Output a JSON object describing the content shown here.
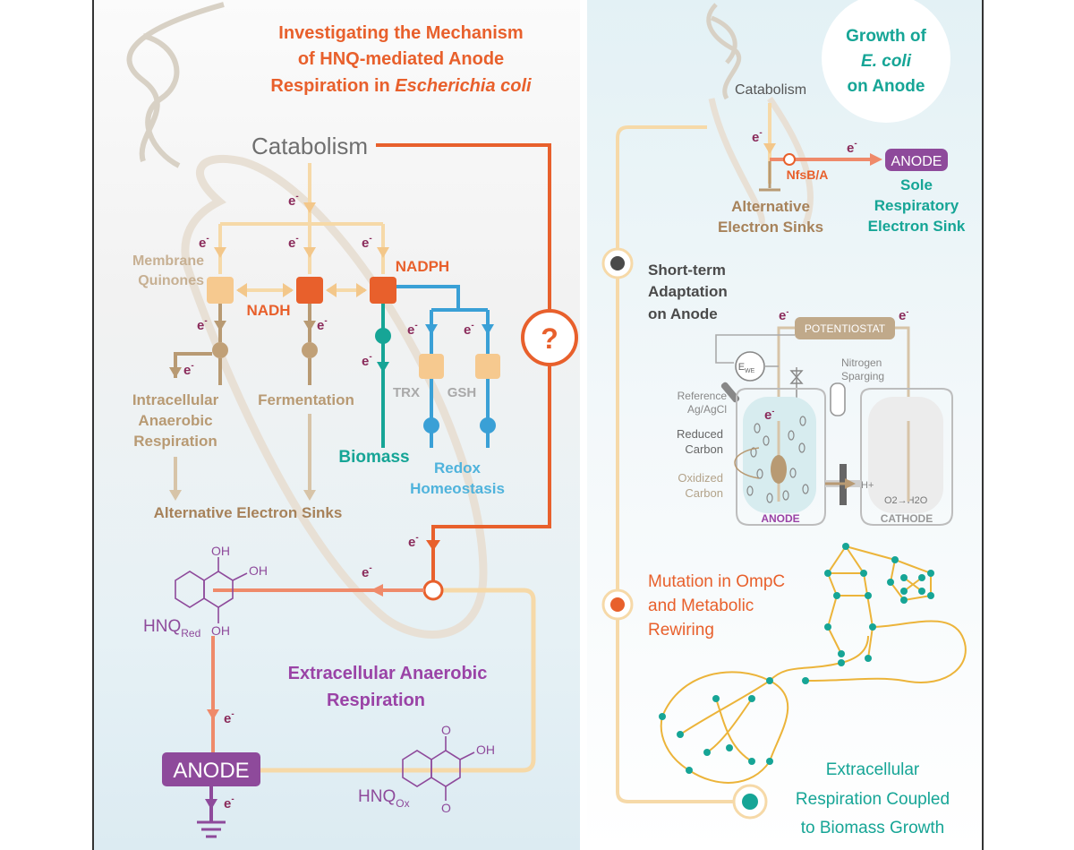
{
  "left_panel": {
    "title_lines": [
      "Investigating the Mechanism",
      "of HNQ-mediated Anode"
    ],
    "title_line3_prefix": "Respiration in ",
    "title_line3_italic": "Escherichia coli",
    "catabolism": "Catabolism",
    "membrane_quinones": [
      "Membrane",
      "Quinones"
    ],
    "nadh": "NADH",
    "nadph": "NADPH",
    "intracellular": [
      "Intracellular",
      "Anaerobic",
      "Respiration"
    ],
    "fermentation": "Fermentation",
    "trx": "TRX",
    "gsh": "GSH",
    "biomass": "Biomass",
    "redox": [
      "Redox",
      "Homeostasis"
    ],
    "alt_sinks": "Alternative Electron Sinks",
    "question": "?",
    "electron": "e",
    "electron_sup": "-",
    "hnq_red": "HNQ",
    "hnq_red_sub": "Red",
    "hnq_ox": "HNQ",
    "hnq_ox_sub": "Ox",
    "oh": "OH",
    "o": "O",
    "extracellular": [
      "Extracellular Anaerobic",
      "Respiration"
    ],
    "anode": "ANODE"
  },
  "right_panel": {
    "growth_title": [
      "Growth of",
      "E. coli",
      "on Anode"
    ],
    "catabolism": "Catabolism",
    "nfsb": "NfsB/A",
    "anode": "ANODE",
    "alt_sinks": [
      "Alternative",
      "Electron Sinks"
    ],
    "sole": [
      "Sole",
      "Respiratory",
      "Electron Sink"
    ],
    "short_term": [
      "Short-term",
      "Adaptation",
      "on Anode"
    ],
    "potentiostat": "POTENTIOSTAT",
    "ewe": "E",
    "ewe_sub": "WE",
    "nitrogen": [
      "Nitrogen",
      "Sparging"
    ],
    "reference": [
      "Reference",
      "Ag/AgCl"
    ],
    "reduced_carbon": [
      "Reduced",
      "Carbon"
    ],
    "oxidized_carbon": [
      "Oxidized",
      "Carbon"
    ],
    "h_plus": "H+",
    "o2h2o": "O2→H2O",
    "anode_label": "ANODE",
    "cathode_label": "CATHODE",
    "mutation": [
      "Mutation in OmpC",
      "and Metabolic",
      "Rewiring"
    ],
    "extracellular": [
      "Extracellular",
      "Respiration Coupled",
      "to Biomass Growth"
    ]
  },
  "colors": {
    "orange": "#e8602c",
    "tan": "#b89a73",
    "light_tan": "#f6d9a8",
    "teal": "#16a596",
    "blue": "#4fb3dc",
    "purple": "#8e4a9b",
    "dark_grey": "#4a4a4a"
  }
}
